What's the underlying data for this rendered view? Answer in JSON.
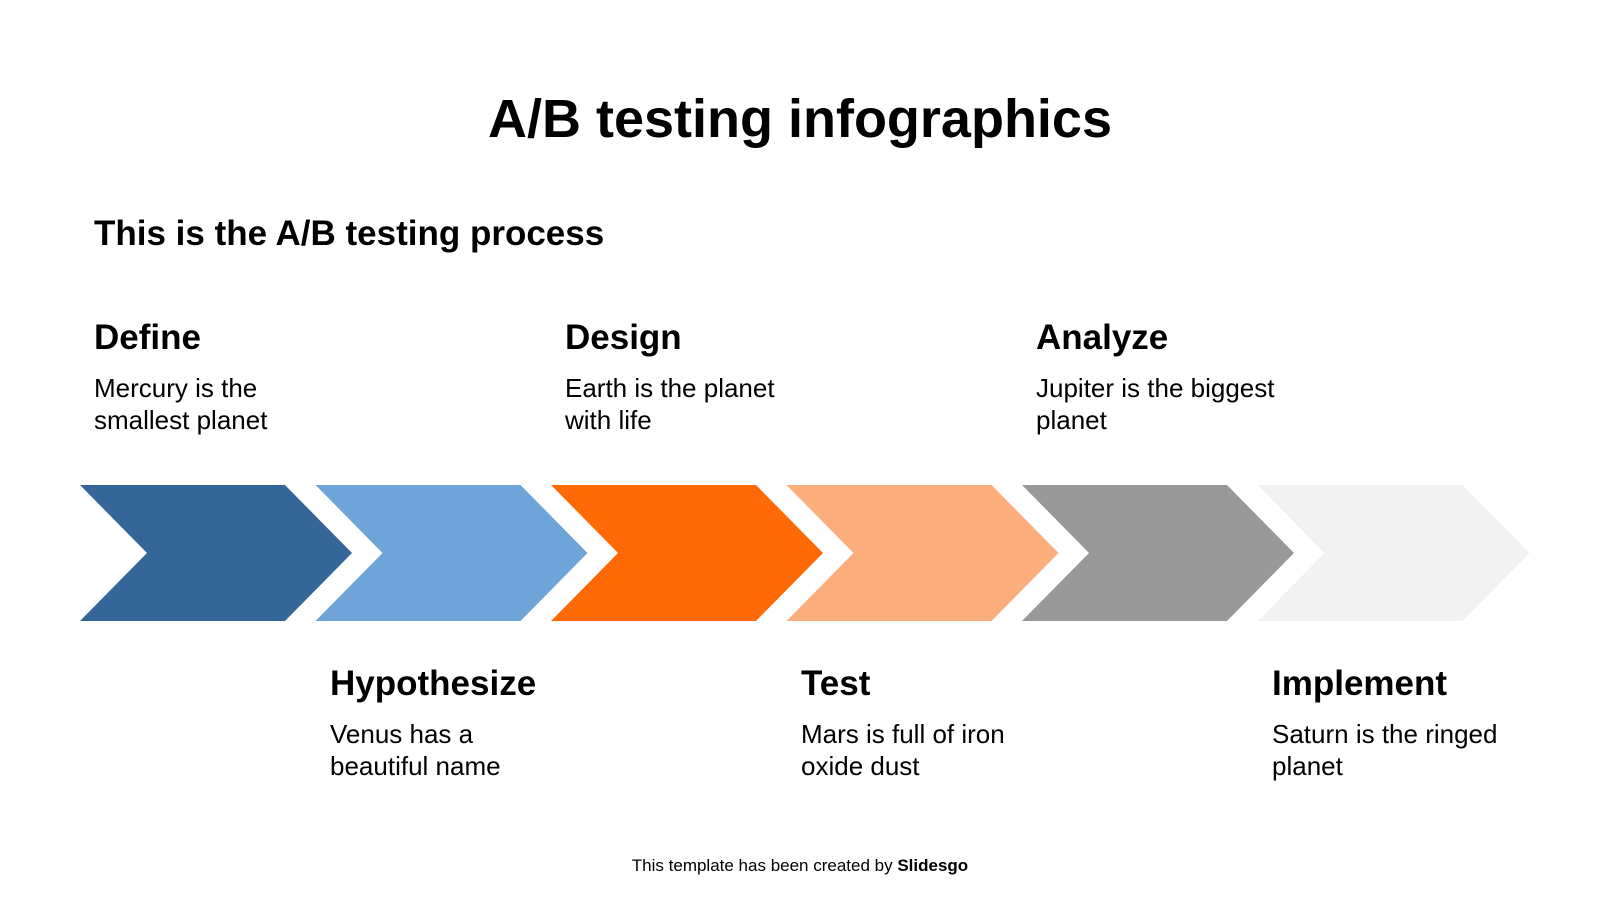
{
  "title": "A/B testing infographics",
  "subtitle": "This is the A/B testing process",
  "steps": [
    {
      "name": "Define",
      "desc": "Mercury is the smallest planet",
      "color": "#356699"
    },
    {
      "name": "Hypothesize",
      "desc": "Venus has a beautiful name",
      "color": "#6FA4D9"
    },
    {
      "name": "Design",
      "desc": "Earth is the planet with life",
      "color": "#FF6A06"
    },
    {
      "name": "Test",
      "desc": "Mars is full of iron oxide dust",
      "color": "#FBAD7C"
    },
    {
      "name": "Analyze",
      "desc": "Jupiter is the biggest planet",
      "color": "#999999"
    },
    {
      "name": "Implement",
      "desc": "Saturn is the ringed planet",
      "color": "#F2F2F2"
    }
  ],
  "footer": {
    "text": "This template has been created by ",
    "brand": "Slidesgo"
  }
}
